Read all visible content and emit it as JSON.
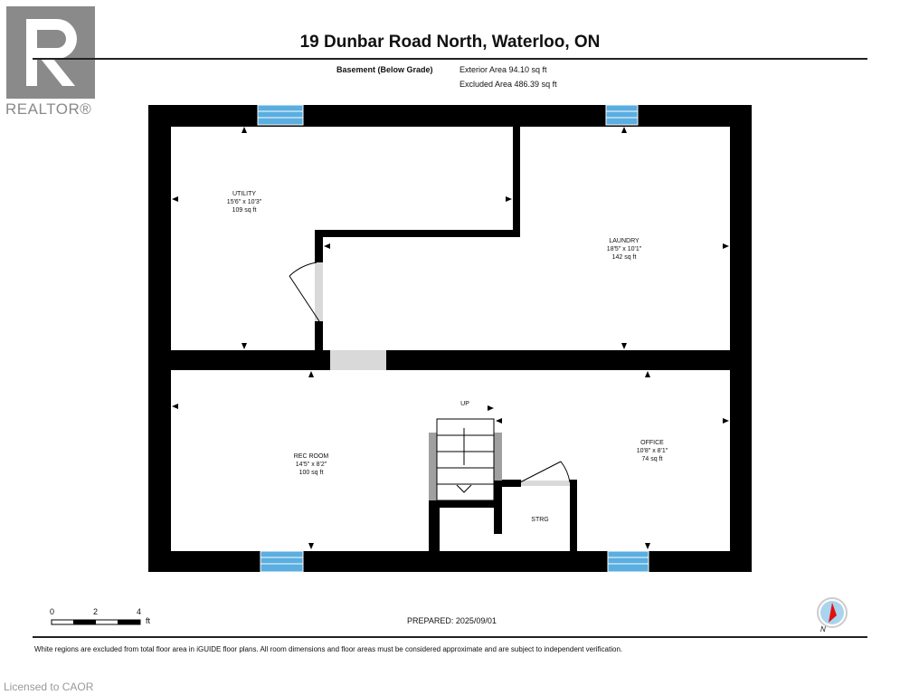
{
  "header": {
    "title": "19 Dunbar Road North, Waterloo, ON",
    "level_label": "Basement (Below Grade)",
    "exterior_area": "Exterior Area 94.10 sq ft",
    "excluded_area": "Excluded Area 486.39 sq ft"
  },
  "logo": {
    "text": "REALTOR®"
  },
  "rooms": {
    "utility": {
      "name": "UTILITY",
      "dims": "15'6\" x 10'3\"",
      "area": "109 sq ft"
    },
    "laundry": {
      "name": "LAUNDRY",
      "dims": "18'5\" x 10'1\"",
      "area": "142 sq ft"
    },
    "rec_room": {
      "name": "REC ROOM",
      "dims": "14'5\" x 8'2\"",
      "area": "100 sq ft"
    },
    "office": {
      "name": "OFFICE",
      "dims": "10'8\" x 8'1\"",
      "area": "74 sq ft"
    },
    "storage": {
      "name": "STRG"
    },
    "stairs": {
      "label": "UP"
    }
  },
  "scale": {
    "ticks": [
      "0",
      "2",
      "4"
    ],
    "unit": "ft"
  },
  "compass": {
    "label": "N"
  },
  "footer": {
    "prepared": "PREPARED: 2025/09/01",
    "disclaimer": "White regions are excluded from total floor area in iGUIDE floor plans. All room dimensions and floor areas must be considered approximate and are subject to independent verification.",
    "licensed": "Licensed to CAOR"
  },
  "colors": {
    "wall": "#000000",
    "window": "#5aaee0",
    "door_gap": "#d9d9d9",
    "stair_side": "#a0a0a0"
  }
}
